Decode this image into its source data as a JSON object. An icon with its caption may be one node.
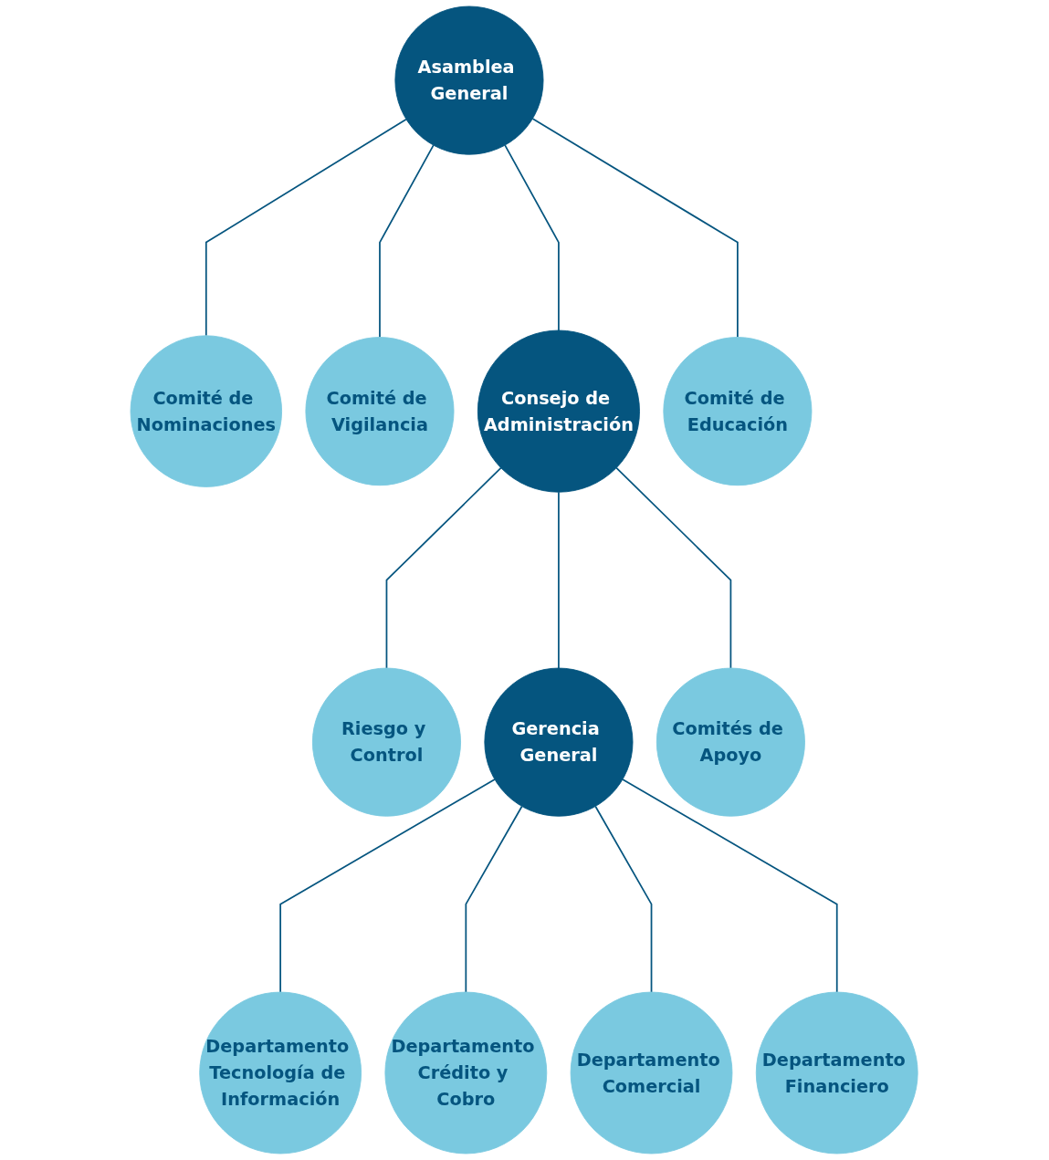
{
  "diagram": {
    "nodes": [
      {
        "text": [
          "Asamblea General"
        ]
      },
      {
        "text": [
          "Comité de Nominaciones"
        ]
      },
      {
        "text": [
          "Comité de Vigilancia"
        ]
      },
      {
        "text": [
          "Consejo de Administración"
        ]
      },
      {
        "text": [
          "Comité de Educación"
        ]
      },
      {
        "text": [
          "Riesgo y Control"
        ]
      },
      {
        "text": [
          "Gerencia General"
        ]
      },
      {
        "text": [
          "Comités de Apoyo"
        ]
      },
      {
        "text": [
          "Departamento Tecnología de Información"
        ]
      },
      {
        "text": [
          "Departamento Crédito y Cobro"
        ]
      },
      {
        "text": [
          "Departamento Comercial"
        ]
      },
      {
        "text": [
          "Departamento Financiero"
        ]
      }
    ],
    "edges": [
      {
        "from": 0,
        "to": 1,
        "arrow": "none"
      },
      {
        "from": 0,
        "to": 2,
        "arrow": "none"
      },
      {
        "from": 0,
        "to": 3,
        "arrow": "none"
      },
      {
        "from": 0,
        "to": 4,
        "arrow": "none"
      },
      {
        "from": 3,
        "to": 5,
        "arrow": "none"
      },
      {
        "from": 3,
        "to": 6,
        "arrow": "none"
      },
      {
        "from": 3,
        "to": 7,
        "arrow": "none"
      },
      {
        "from": 6,
        "to": 8,
        "arrow": "none"
      },
      {
        "from": 6,
        "to": 9,
        "arrow": "none"
      },
      {
        "from": 6,
        "to": 10,
        "arrow": "none"
      },
      {
        "from": 6,
        "to": 11,
        "arrow": "none"
      }
    ]
  }
}
